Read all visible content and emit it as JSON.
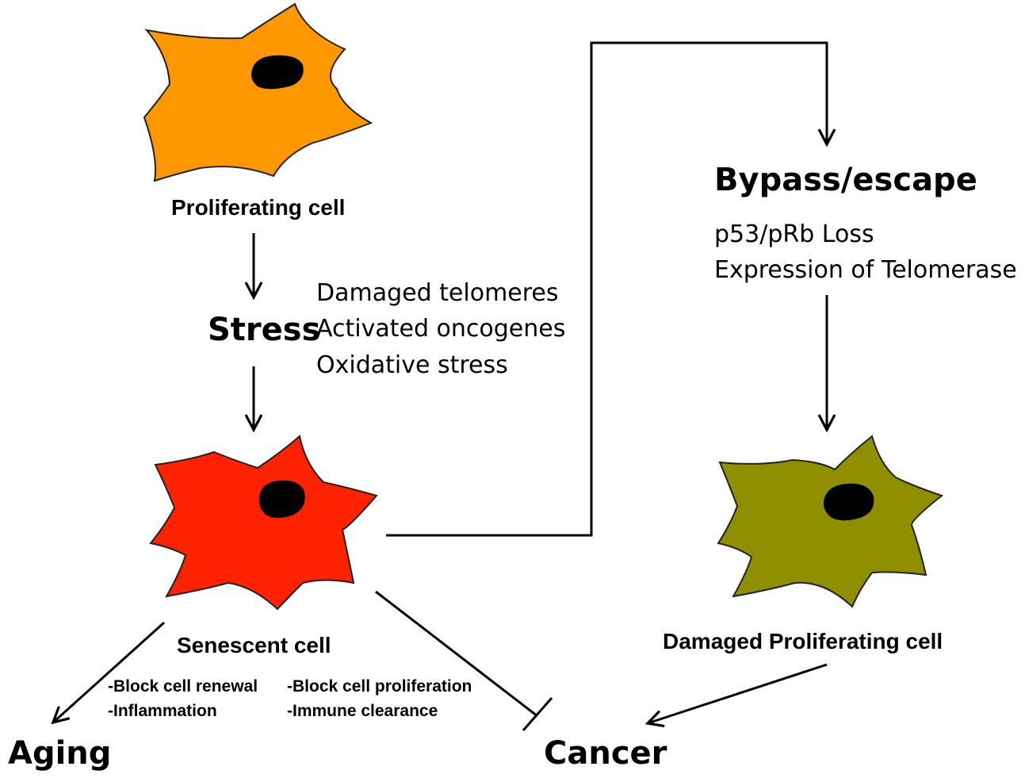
{
  "colors": {
    "proliferating": "#FF9700",
    "senescent": "#FF2200",
    "damaged": "#8F8F00",
    "nucleus": "#000000",
    "line": "#000000"
  },
  "labels": {
    "proliferating_cell": "Proliferating cell",
    "stress": "Stress",
    "stress_causes": [
      "Damaged telomeres",
      "Activated oncogenes",
      "Oxidative stress"
    ],
    "senescent_cell": "Senescent cell",
    "effects_left": [
      "-Block cell renewal",
      "-Inflammation"
    ],
    "effects_right": [
      "-Block cell proliferation",
      "-Immune clearance"
    ],
    "aging": "Aging",
    "cancer": "Cancer",
    "bypass": "Bypass/escape",
    "bypass_causes": [
      "p53/pRb Loss",
      "Expression of Telomerase"
    ],
    "damaged_cell": "Damaged Proliferating cell"
  }
}
